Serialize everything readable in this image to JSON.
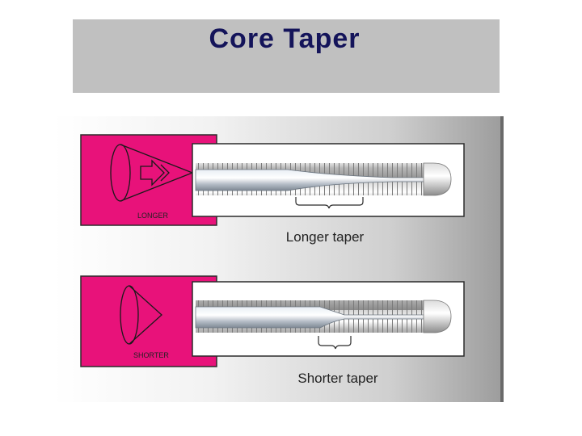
{
  "slide": {
    "title": "Core Taper"
  },
  "diagram": {
    "panels": [
      {
        "badge_label": "LONGER",
        "caption": "Longer taper"
      },
      {
        "badge_label": "SHORTER",
        "caption": "Shorter taper"
      }
    ],
    "colors": {
      "magenta": "#e8127a",
      "title_text": "#14145a",
      "title_bar": "#c0c0c0"
    }
  }
}
